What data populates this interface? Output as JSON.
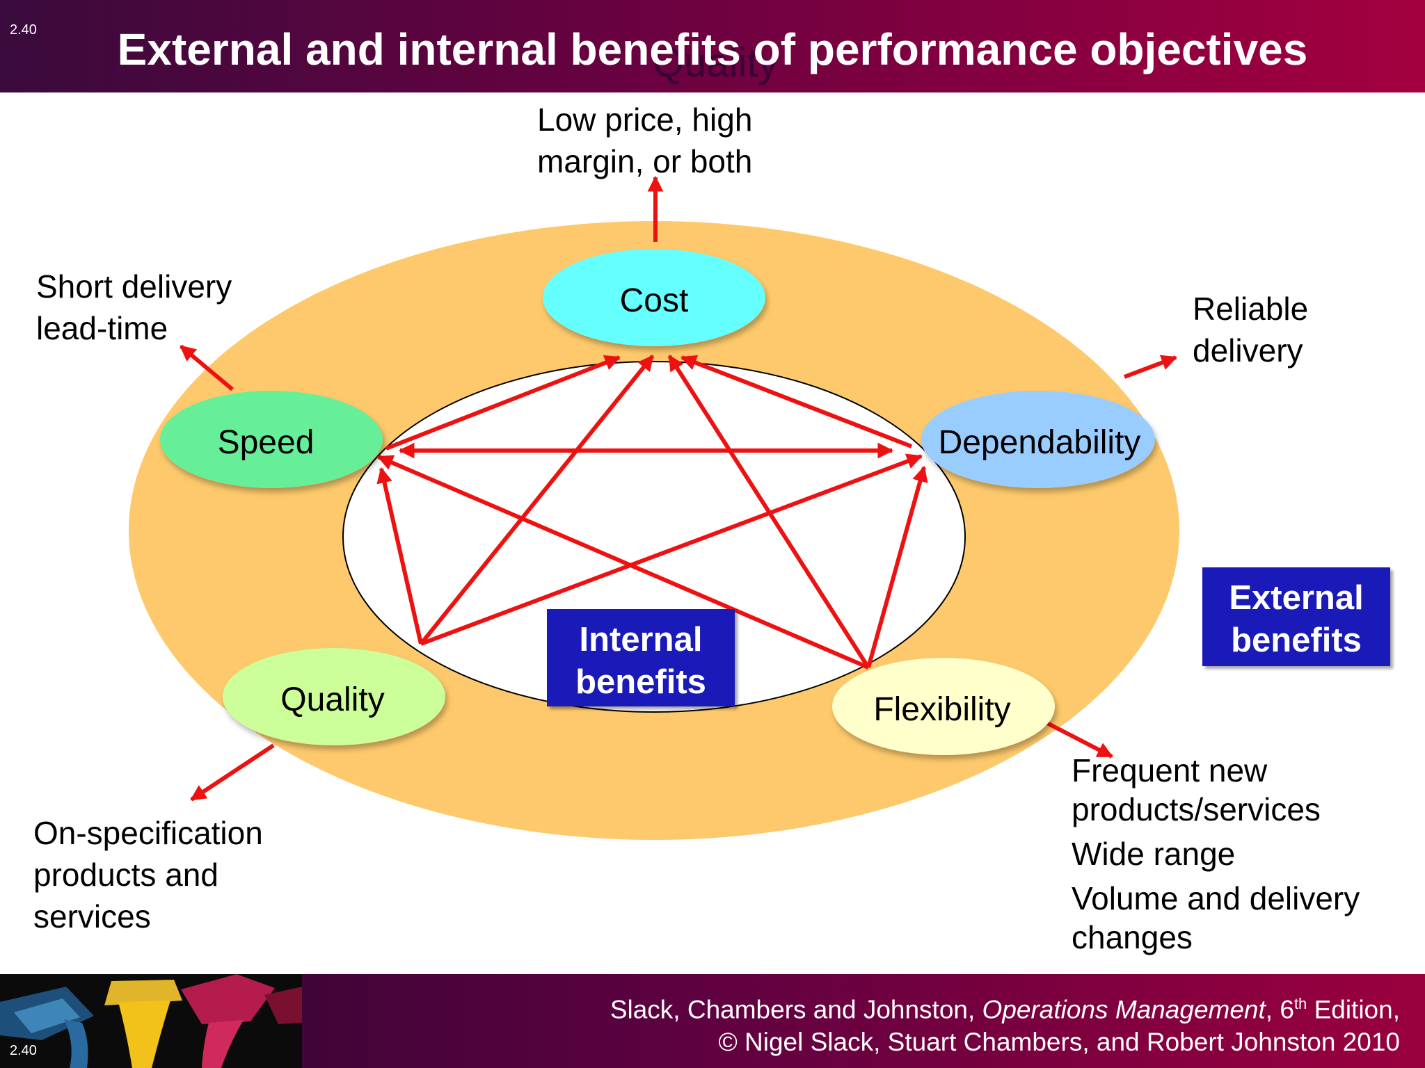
{
  "header": {
    "slide_number": "2.40",
    "title": "External and internal benefits of performance objectives",
    "overlap_text": "Quality"
  },
  "nodes": [
    {
      "id": "cost",
      "label": "Cost",
      "color": "#66ffff"
    },
    {
      "id": "speed",
      "label": "Speed",
      "color": "#66ee99"
    },
    {
      "id": "dependability",
      "label": "Dependability",
      "color": "#99ccff"
    },
    {
      "id": "quality",
      "label": "Quality",
      "color": "#ccff99"
    },
    {
      "id": "flexibility",
      "label": "Flexibility",
      "color": "#ffffcc"
    }
  ],
  "external_labels": {
    "cost": [
      "Low price, high",
      "margin, or both"
    ],
    "speed": [
      "Short delivery",
      "lead-time"
    ],
    "dependability": [
      "Reliable",
      "delivery"
    ],
    "quality": [
      "On-specification",
      "products and",
      "services"
    ],
    "flexibility": [
      "Frequent new",
      "products/services",
      "Wide range",
      "Volume and delivery",
      "changes"
    ]
  },
  "boxes": {
    "internal": [
      "Internal",
      "benefits"
    ],
    "external": [
      "External",
      "benefits"
    ]
  },
  "colors": {
    "outer_ellipse": "#fdc96c",
    "arrow": "#ee1111",
    "box": "#1a1ab8"
  },
  "footer": {
    "slide_number": "2.40",
    "citation_prefix": "Slack, Chambers and Johnston, ",
    "citation_book": "Operations Management",
    "citation_edition_num": ", 6",
    "citation_edition_sup": "th",
    "citation_edition_rest": " Edition,",
    "citation_line2": "© Nigel Slack, Stuart Chambers, and Robert Johnston 2010"
  }
}
